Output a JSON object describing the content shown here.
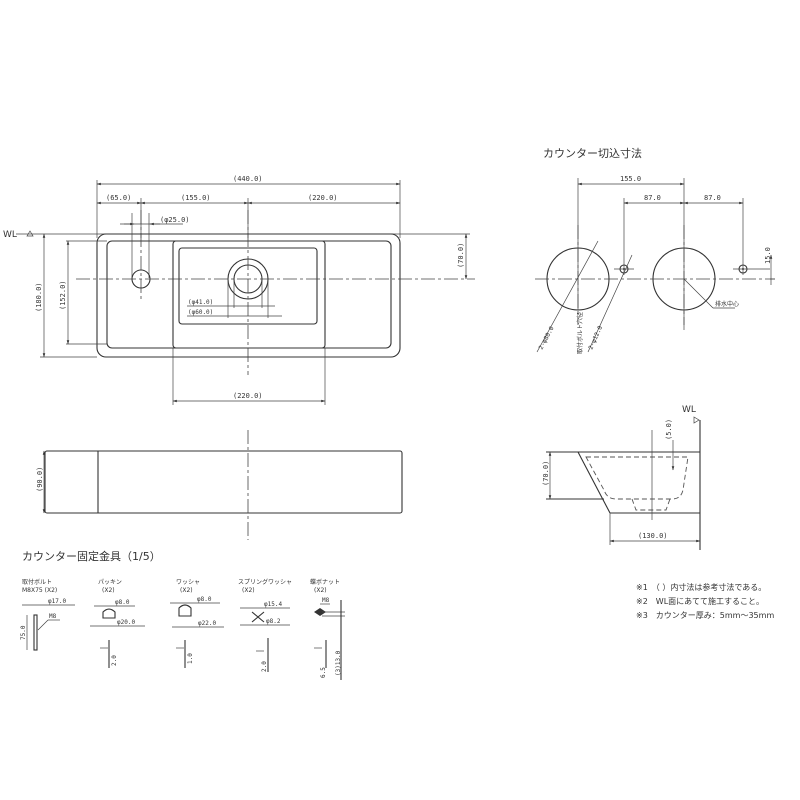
{
  "top_view": {
    "wl_label": "WL",
    "overall_width": "(440.0)",
    "left_offset": "(65.0)",
    "center_offset": "(155.0)",
    "right_offset": "(220.0)",
    "faucet_hole": "(φ25.0)",
    "drain_inner": "(φ41.0)",
    "drain_outer": "(φ60.0)",
    "bowl_width": "(220.0)",
    "overall_depth": "(180.0)",
    "inner_depth": "(152.0)",
    "drain_from_back": "(70.0)"
  },
  "front_view": {
    "height": "(90.0)"
  },
  "counter_cutout": {
    "title": "カウンター切込寸法",
    "span": "155.0",
    "left_half": "87.0",
    "right_half": "87.0",
    "offset_y": "15.0",
    "hole_dia": "2-φ80.0",
    "bolt_hole_label": "取付ボルト穴径",
    "bolt_hole_dia": "2-φ12.0",
    "center_label": "排水中心"
  },
  "side_view": {
    "wl_label": "WL",
    "top_gap": "(5.0)",
    "height": "(70.0)",
    "depth": "(130.0)"
  },
  "hardware": {
    "title": "カウンター固定金具（1/5）",
    "items": [
      {
        "name": "取付ボルト",
        "spec": "M8X75 (X2)",
        "dims": [
          "φ17.0",
          "75.0",
          "M8"
        ]
      },
      {
        "name": "パッキン",
        "spec": "(X2)",
        "dims": [
          "φ8.0",
          "φ20.0",
          "2.0"
        ]
      },
      {
        "name": "ワッシャ",
        "spec": "(X2)",
        "dims": [
          "φ8.0",
          "φ22.0",
          "1.0"
        ]
      },
      {
        "name": "スプリングワッシャ",
        "spec": "(X2)",
        "dims": [
          "φ15.4",
          "φ8.2",
          "2.0"
        ]
      },
      {
        "name": "蝶ボナット",
        "spec": "(X2)",
        "dims": [
          "M8",
          "6.5",
          "(3)13.0"
        ]
      }
    ]
  },
  "notes": [
    "※1　（ ）内寸法は参考寸法である。",
    "※2　WL面にあてて施工すること。",
    "※3　カウンター厚み：5mm〜35mm"
  ]
}
